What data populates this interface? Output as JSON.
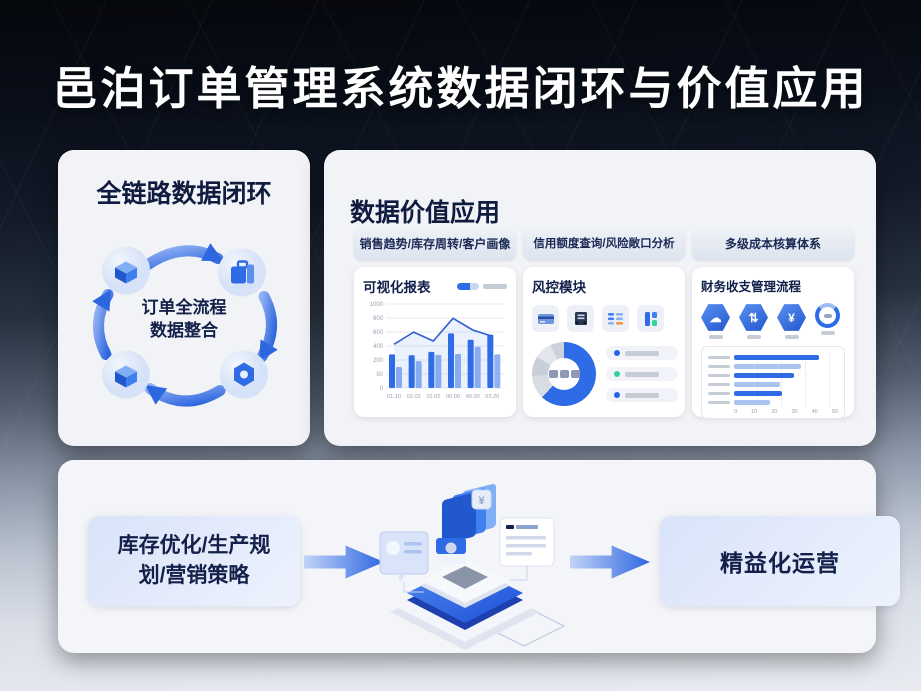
{
  "title": "邑泊订单管理系统数据闭环与价值应用",
  "left_panel": {
    "heading": "全链路数据闭环",
    "center_line1": "订单全流程",
    "center_line2": "数据整合",
    "flow_icons": [
      "package-cube-icon",
      "briefcase-icon",
      "hexagon-node-icon",
      "package-cube-icon"
    ]
  },
  "right_panel": {
    "heading": "数据价值应用",
    "cards": [
      {
        "tab": "销售趋势/库存周转/客户画像",
        "title": "可视化报表"
      },
      {
        "tab": "信用额度查询/风险敞口分析",
        "title": "风控模块"
      },
      {
        "tab": "多级成本核算体系",
        "title": "财务收支管理流程"
      }
    ]
  },
  "bottom_panel": {
    "input_line1": "库存优化/生产规",
    "input_line2": "划/营销策略",
    "output_label": "精益化运营"
  },
  "colors": {
    "accent": "#2e6be6",
    "accent_dark": "#1d4ed8",
    "navy_text": "#13204a",
    "panel_bg": "#f2f3f6",
    "legend_dot_green": "#34d399"
  },
  "chart_data": [
    {
      "id": "sales_trend",
      "type": "bar",
      "title": "可视化报表",
      "categories": [
        "01.10",
        "02.02",
        "10.02",
        "00.00",
        "40.00",
        "03.20"
      ],
      "series": [
        {
          "name": "series-dark",
          "values": [
            400,
            390,
            430,
            650,
            575,
            635
          ],
          "color": "#2e6be6"
        },
        {
          "name": "series-light",
          "values": [
            250,
            320,
            395,
            405,
            490,
            400
          ],
          "color": "#8fb1f0"
        }
      ],
      "line_overlay": {
        "values": [
          520,
          665,
          560,
          830,
          690,
          615
        ],
        "color": "#2f5fd0"
      },
      "y_ticks": [
        "1000",
        "800",
        "600",
        "400",
        "200",
        "50",
        "0"
      ],
      "ylim": [
        0,
        1000
      ],
      "grid": true,
      "legend_position": "top-right"
    },
    {
      "id": "risk_donut",
      "type": "pie",
      "title": "风控模块",
      "values": [
        62,
        12,
        10,
        9,
        7
      ],
      "colors": [
        "#2e6be6",
        "#d8dce3",
        "#c9cfd8",
        "#e2e5ea",
        "#ced3db"
      ],
      "legend_dot_colors": [
        "#2563eb",
        "#34d399",
        "#2563eb"
      ]
    },
    {
      "id": "finance_bars",
      "type": "bar",
      "orientation": "horizontal",
      "title": "财务收支管理流程",
      "values": [
        82,
        64,
        58,
        44,
        46,
        35
      ],
      "bar_colors": [
        "#2e6be6",
        "#aac4f1",
        "#2e6be6",
        "#aac4f1",
        "#2e6be6",
        "#aac4f1"
      ],
      "x_ticks": [
        "0",
        "10",
        "20",
        "30",
        "40",
        "50"
      ],
      "xlim": [
        0,
        100
      ],
      "grid": true
    }
  ]
}
